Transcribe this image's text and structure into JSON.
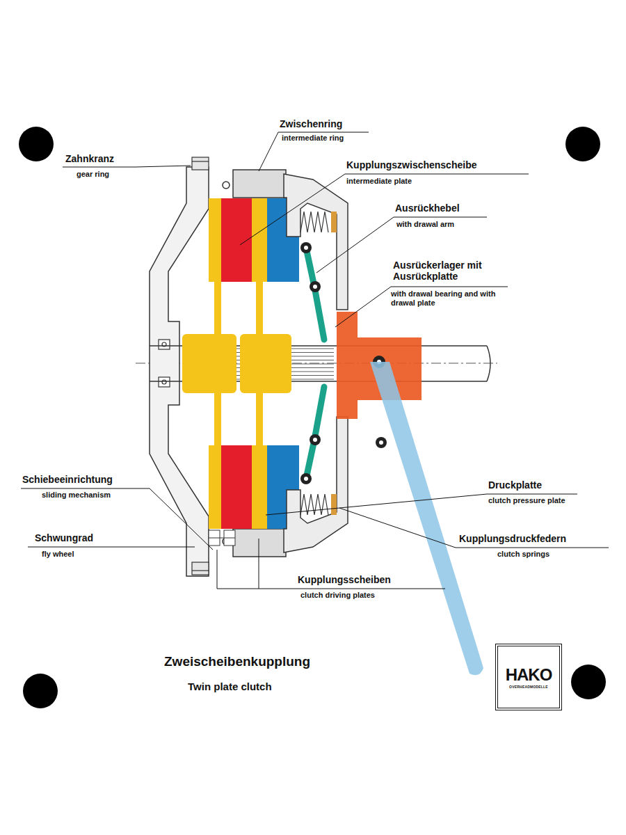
{
  "diagram": {
    "title": "Zweischeibenkupplung",
    "caption": "Twin plate clutch",
    "nodes": [
      {
        "text": [
          "HAKO",
          "OVERHEADMODELLE"
        ]
      }
    ],
    "labels": [
      "Zwischenring",
      "intermediate ring",
      "Zahnkranz",
      "gear ring",
      "Kupplungszwischenscheibe",
      "intermediate plate",
      "Ausrückhebel",
      "with drawal arm",
      "Ausrückerlager mit Ausrückplatte",
      "with drawal bearing and with drawal plate",
      "Schiebeeinrichtung",
      "sliding mechanism",
      "Druckplatte",
      "clutch pressure plate",
      "Schwungrad",
      "fly wheel",
      "Kupplungsdruckfedern",
      "clutch springs",
      "Kupplungsscheiben",
      "clutch driving plates"
    ]
  }
}
